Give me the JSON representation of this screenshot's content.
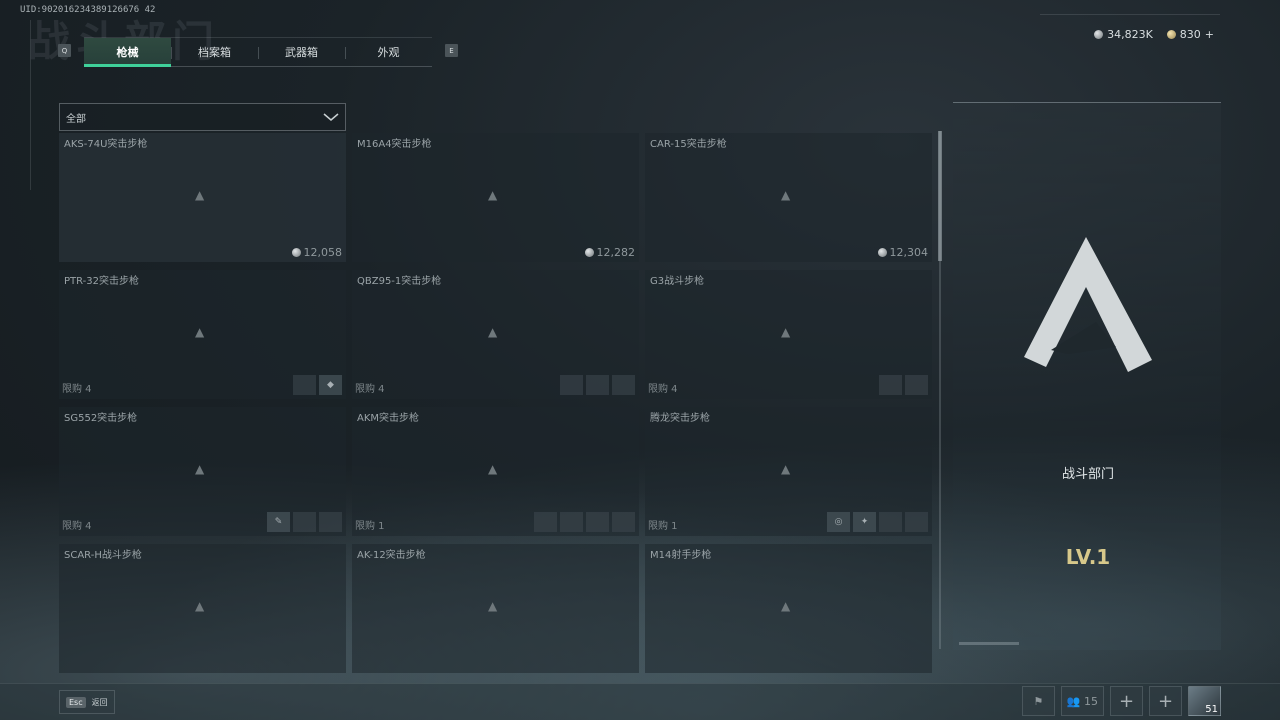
{
  "uid": "UID:902016234389126676 42",
  "bg_title": "战斗部门",
  "key_left": "Q",
  "key_right": "E",
  "tabs": [
    {
      "label": "枪械",
      "active": true
    },
    {
      "label": "档案箱",
      "active": false
    },
    {
      "label": "武器箱",
      "active": false
    },
    {
      "label": "外观",
      "active": false
    }
  ],
  "currency": {
    "silver": "34,823K",
    "gold": "830",
    "gold_add": "+"
  },
  "filter": {
    "selected": "全部"
  },
  "placeholder_icon": "▲",
  "cards": [
    {
      "name": "AKS-74U突击步枪",
      "price": "12,058",
      "limit": "",
      "slots": []
    },
    {
      "name": "M16A4突击步枪",
      "price": "12,282",
      "limit": "",
      "slots": []
    },
    {
      "name": "CAR-15突击步枪",
      "price": "12,304",
      "limit": "",
      "slots": []
    },
    {
      "name": "PTR-32突击步枪",
      "price": "",
      "limit": "限购 4",
      "slots": [
        "",
        "◆"
      ]
    },
    {
      "name": "QBZ95-1突击步枪",
      "price": "",
      "limit": "限购 4",
      "slots": [
        "",
        "",
        ""
      ]
    },
    {
      "name": "G3战斗步枪",
      "price": "",
      "limit": "限购 4",
      "slots": [
        "",
        ""
      ]
    },
    {
      "name": "SG552突击步枪",
      "price": "",
      "limit": "限购 4",
      "slots": [
        "✎",
        "",
        ""
      ]
    },
    {
      "name": "AKM突击步枪",
      "price": "",
      "limit": "限购 1",
      "slots": [
        "",
        "",
        "",
        ""
      ]
    },
    {
      "name": "腾龙突击步枪",
      "price": "",
      "limit": "限购 1",
      "slots": [
        "◎",
        "✦",
        "",
        ""
      ]
    },
    {
      "name": "SCAR-H战斗步枪",
      "price": "",
      "limit": "",
      "slots": []
    },
    {
      "name": "AK-12突击步枪",
      "price": "",
      "limit": "",
      "slots": []
    },
    {
      "name": "M14射手步枪",
      "price": "",
      "limit": "",
      "slots": []
    }
  ],
  "department": {
    "name": "战斗部门",
    "level": "LV.1"
  },
  "bottom": {
    "esc_key": "Esc",
    "esc_label": "返回",
    "squad_count": "15",
    "avatar_level": "51"
  },
  "colors": {
    "accent": "#3fd19a",
    "level_gold": "#d7c88a"
  },
  "icons": {
    "currency_silver": "silver-coin-icon",
    "currency_gold": "gold-coin-icon",
    "flag": "flag-icon",
    "squad": "squad-icon"
  }
}
